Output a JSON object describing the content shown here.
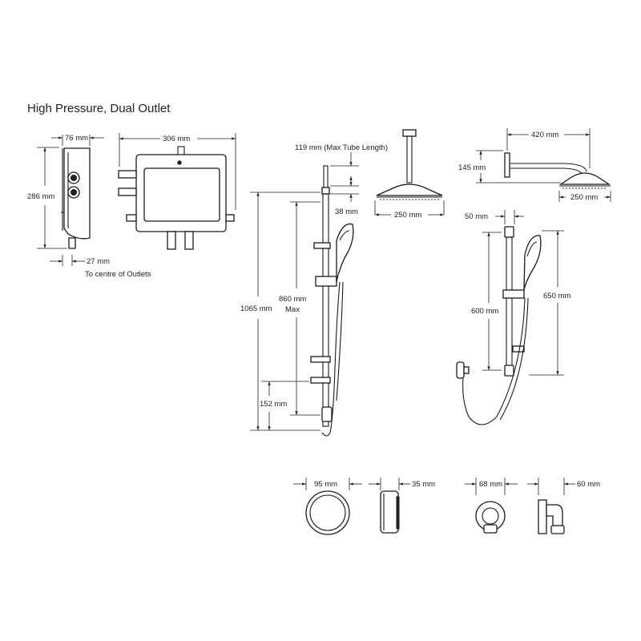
{
  "title": "High Pressure, Dual Outlet",
  "colors": {
    "line": "#1a1a1a",
    "text": "#222222",
    "background": "#ffffff"
  },
  "dimensions": {
    "valve_depth": "76 mm",
    "valve_width": "306 mm",
    "valve_height": "286 mm",
    "outlet_offset": "27 mm",
    "outlet_offset_note": "To centre of Outlets",
    "max_tube_length": "119 mm (Max Tube Length)",
    "tube_min": "38 mm",
    "ceiling_head_dia": "250 mm",
    "rail_total": "1065 mm",
    "rail_max_line1": "860 mm",
    "rail_max_line2": "Max",
    "rail_bottom": "152 mm",
    "arm_length": "420 mm",
    "arm_drop": "145 mm",
    "wall_head_dia": "250 mm",
    "small_rail_width": "50 mm",
    "small_rail_length": "600 mm",
    "small_rail_total": "650 mm",
    "remote_dia": "95 mm",
    "remote_depth": "35 mm",
    "elbow_dia": "68 mm",
    "elbow_depth": "60 mm"
  }
}
